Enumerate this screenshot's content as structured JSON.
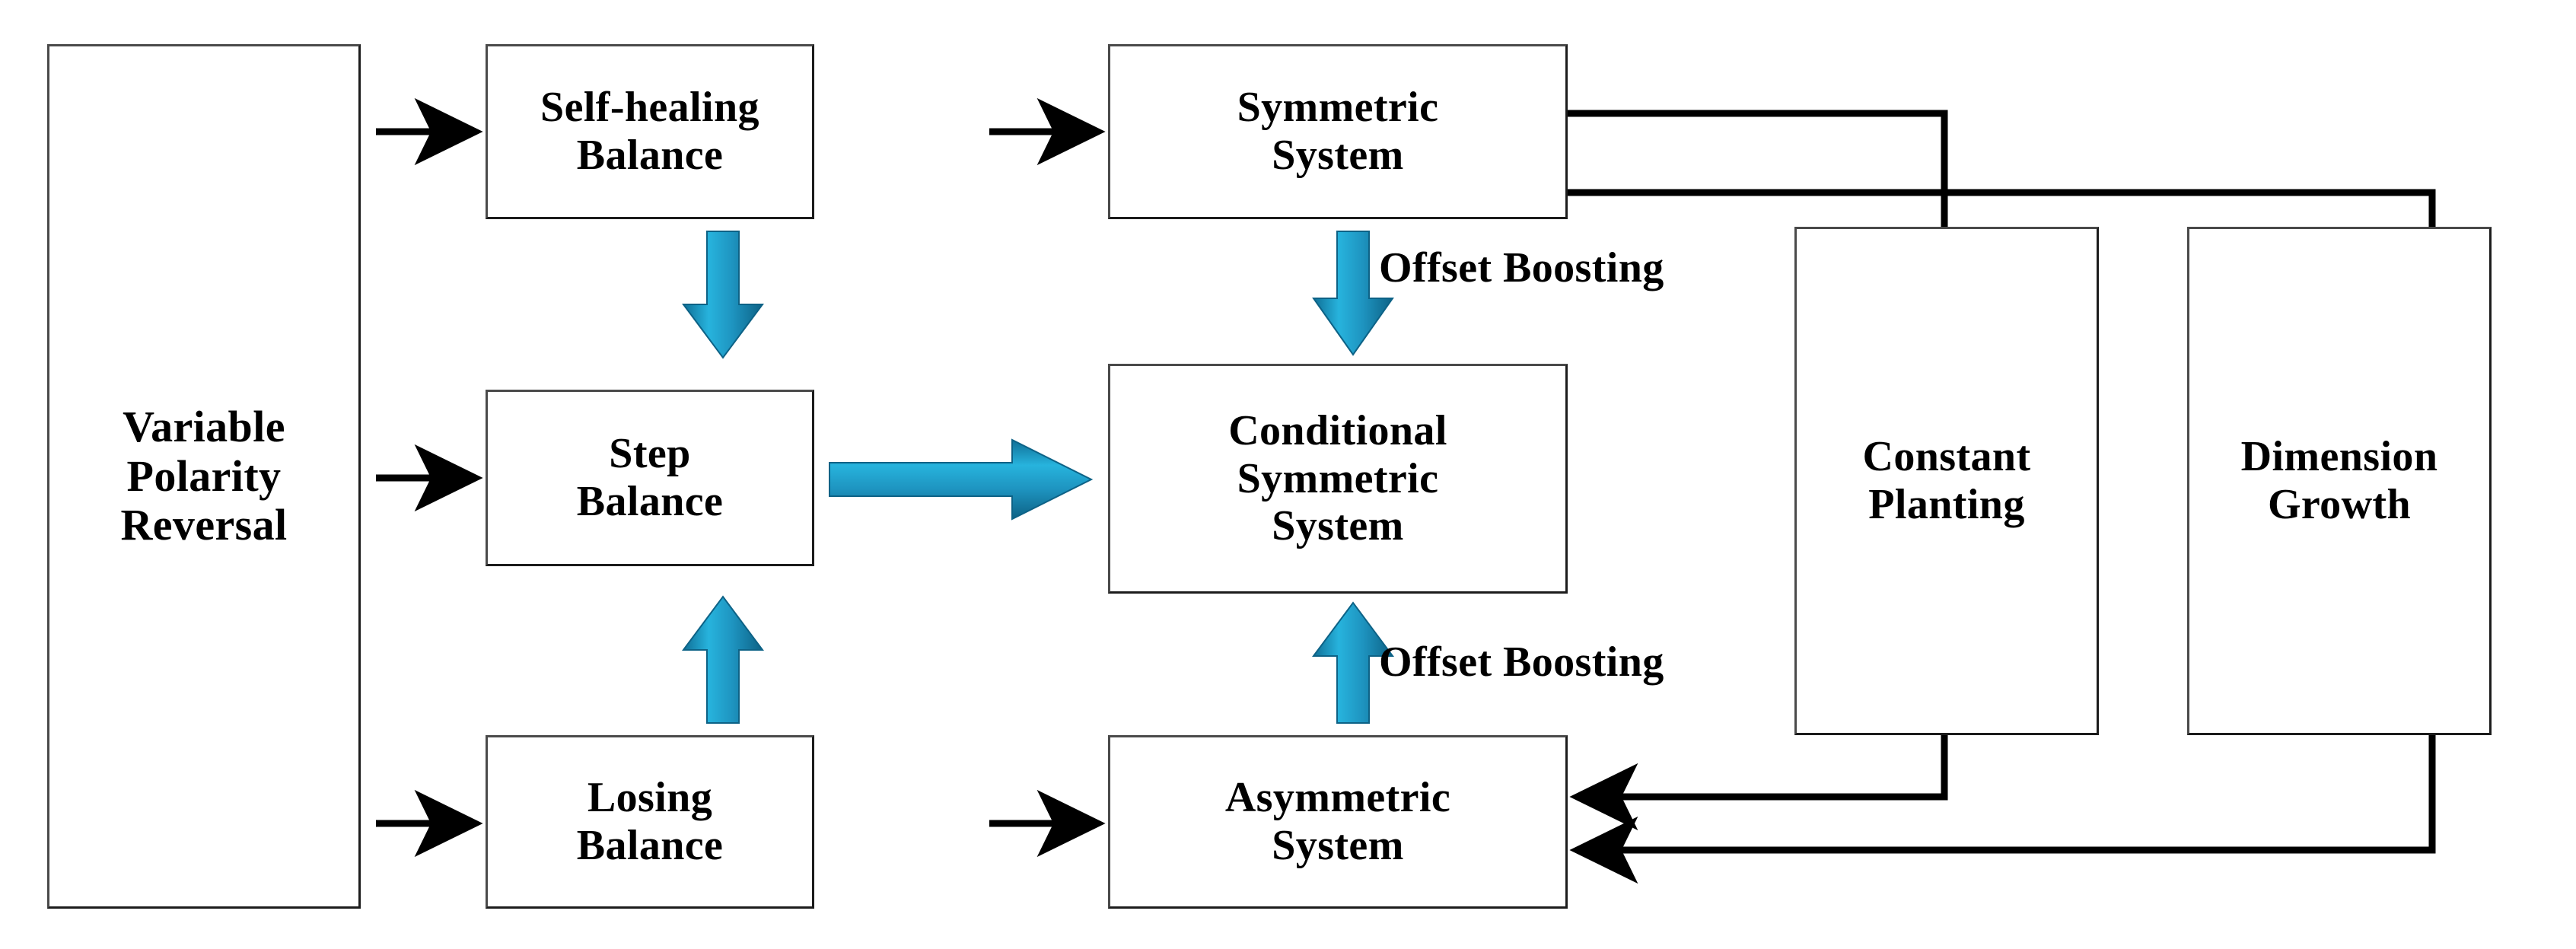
{
  "diagram": {
    "title": "Variable Polarity Reversal System Flow",
    "type": "flowchart",
    "background_color": "#ffffff",
    "box_border_color": "#1c1c1c",
    "black_arrow_color": "#000000",
    "blue_arrow_color": "#21a0c8"
  },
  "nodes": {
    "variable_polarity_reversal": "Variable\nPolarity\nReversal",
    "self_healing_balance": "Self-healing\nBalance",
    "step_balance": "Step\nBalance",
    "losing_balance": "Losing\nBalance",
    "symmetric_system": "Symmetric\nSystem",
    "conditional_symmetric_system": "Conditional\nSymmetric\nSystem",
    "asymmetric_system": "Asymmetric\nSystem",
    "constant_planting": "Constant\nPlanting",
    "dimension_growth": "Dimension\nGrowth"
  },
  "captions": {
    "offset_boosting_top": "Offset Boosting",
    "offset_boosting_bottom": "Offset Boosting"
  },
  "edges": [
    {
      "from": "variable_polarity_reversal",
      "to": "self_healing_balance",
      "style": "black-arrow",
      "direction": "right"
    },
    {
      "from": "variable_polarity_reversal",
      "to": "step_balance",
      "style": "black-arrow",
      "direction": "right"
    },
    {
      "from": "variable_polarity_reversal",
      "to": "losing_balance",
      "style": "black-arrow",
      "direction": "right"
    },
    {
      "from": "self_healing_balance",
      "to": "symmetric_system",
      "style": "black-arrow",
      "direction": "right"
    },
    {
      "from": "losing_balance",
      "to": "asymmetric_system",
      "style": "black-arrow",
      "direction": "right"
    },
    {
      "from": "self_healing_balance",
      "to": "step_balance",
      "style": "blue-arrow",
      "direction": "down"
    },
    {
      "from": "losing_balance",
      "to": "step_balance",
      "style": "blue-arrow",
      "direction": "up"
    },
    {
      "from": "step_balance",
      "to": "conditional_symmetric_system",
      "style": "blue-arrow",
      "direction": "right"
    },
    {
      "from": "symmetric_system",
      "to": "conditional_symmetric_system",
      "style": "blue-arrow",
      "direction": "down",
      "label": "Offset Boosting"
    },
    {
      "from": "asymmetric_system",
      "to": "conditional_symmetric_system",
      "style": "blue-arrow",
      "direction": "up",
      "label": "Offset Boosting"
    },
    {
      "from": "symmetric_system",
      "to": "asymmetric_system",
      "style": "black-line-routed",
      "via": "constant_planting"
    },
    {
      "from": "symmetric_system",
      "to": "asymmetric_system",
      "style": "black-line-routed",
      "via": "dimension_growth"
    }
  ]
}
